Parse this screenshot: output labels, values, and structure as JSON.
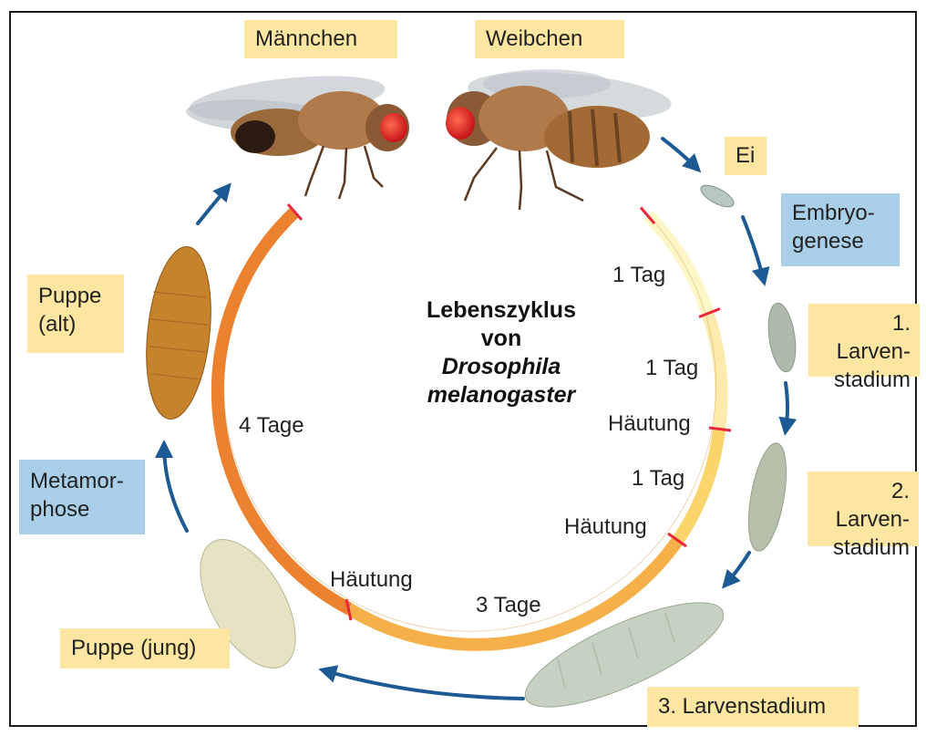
{
  "title": {
    "line1": "Lebenszyklus",
    "line2": "von",
    "line3": "Drosophila melanogaster"
  },
  "stages": {
    "maennchen": "Männchen",
    "weibchen": "Weibchen",
    "ei": "Ei",
    "embryogenese": [
      "Embryo-",
      "genese"
    ],
    "larve1": [
      "1. Larven-",
      "stadium"
    ],
    "larve2": [
      "2. Larven-",
      "stadium"
    ],
    "larve3": "3. Larvenstadium",
    "puppe_jung": "Puppe (jung)",
    "metamorphose": [
      "Metamor-",
      "phose"
    ],
    "puppe_alt": [
      "Puppe",
      "(alt)"
    ]
  },
  "durations": {
    "d1": "1 Tag",
    "d2": "1 Tag",
    "d3": "1 Tag",
    "d4": "3 Tage",
    "d5": "4 Tage"
  },
  "molts": {
    "m1": "Häutung",
    "m2": "Häutung",
    "m3": "Häutung"
  },
  "colors": {
    "stage_box": "#fde6a2",
    "process_box": "#a9cfe8",
    "arrow": "#1d5a94",
    "tick": "#e8273a",
    "ring_light": "#fdf7c7",
    "ring_mid": "#fbd46a",
    "ring_orange": "#f39a33",
    "ring_dark": "#e8762a",
    "frame": "#1a1a1a"
  }
}
